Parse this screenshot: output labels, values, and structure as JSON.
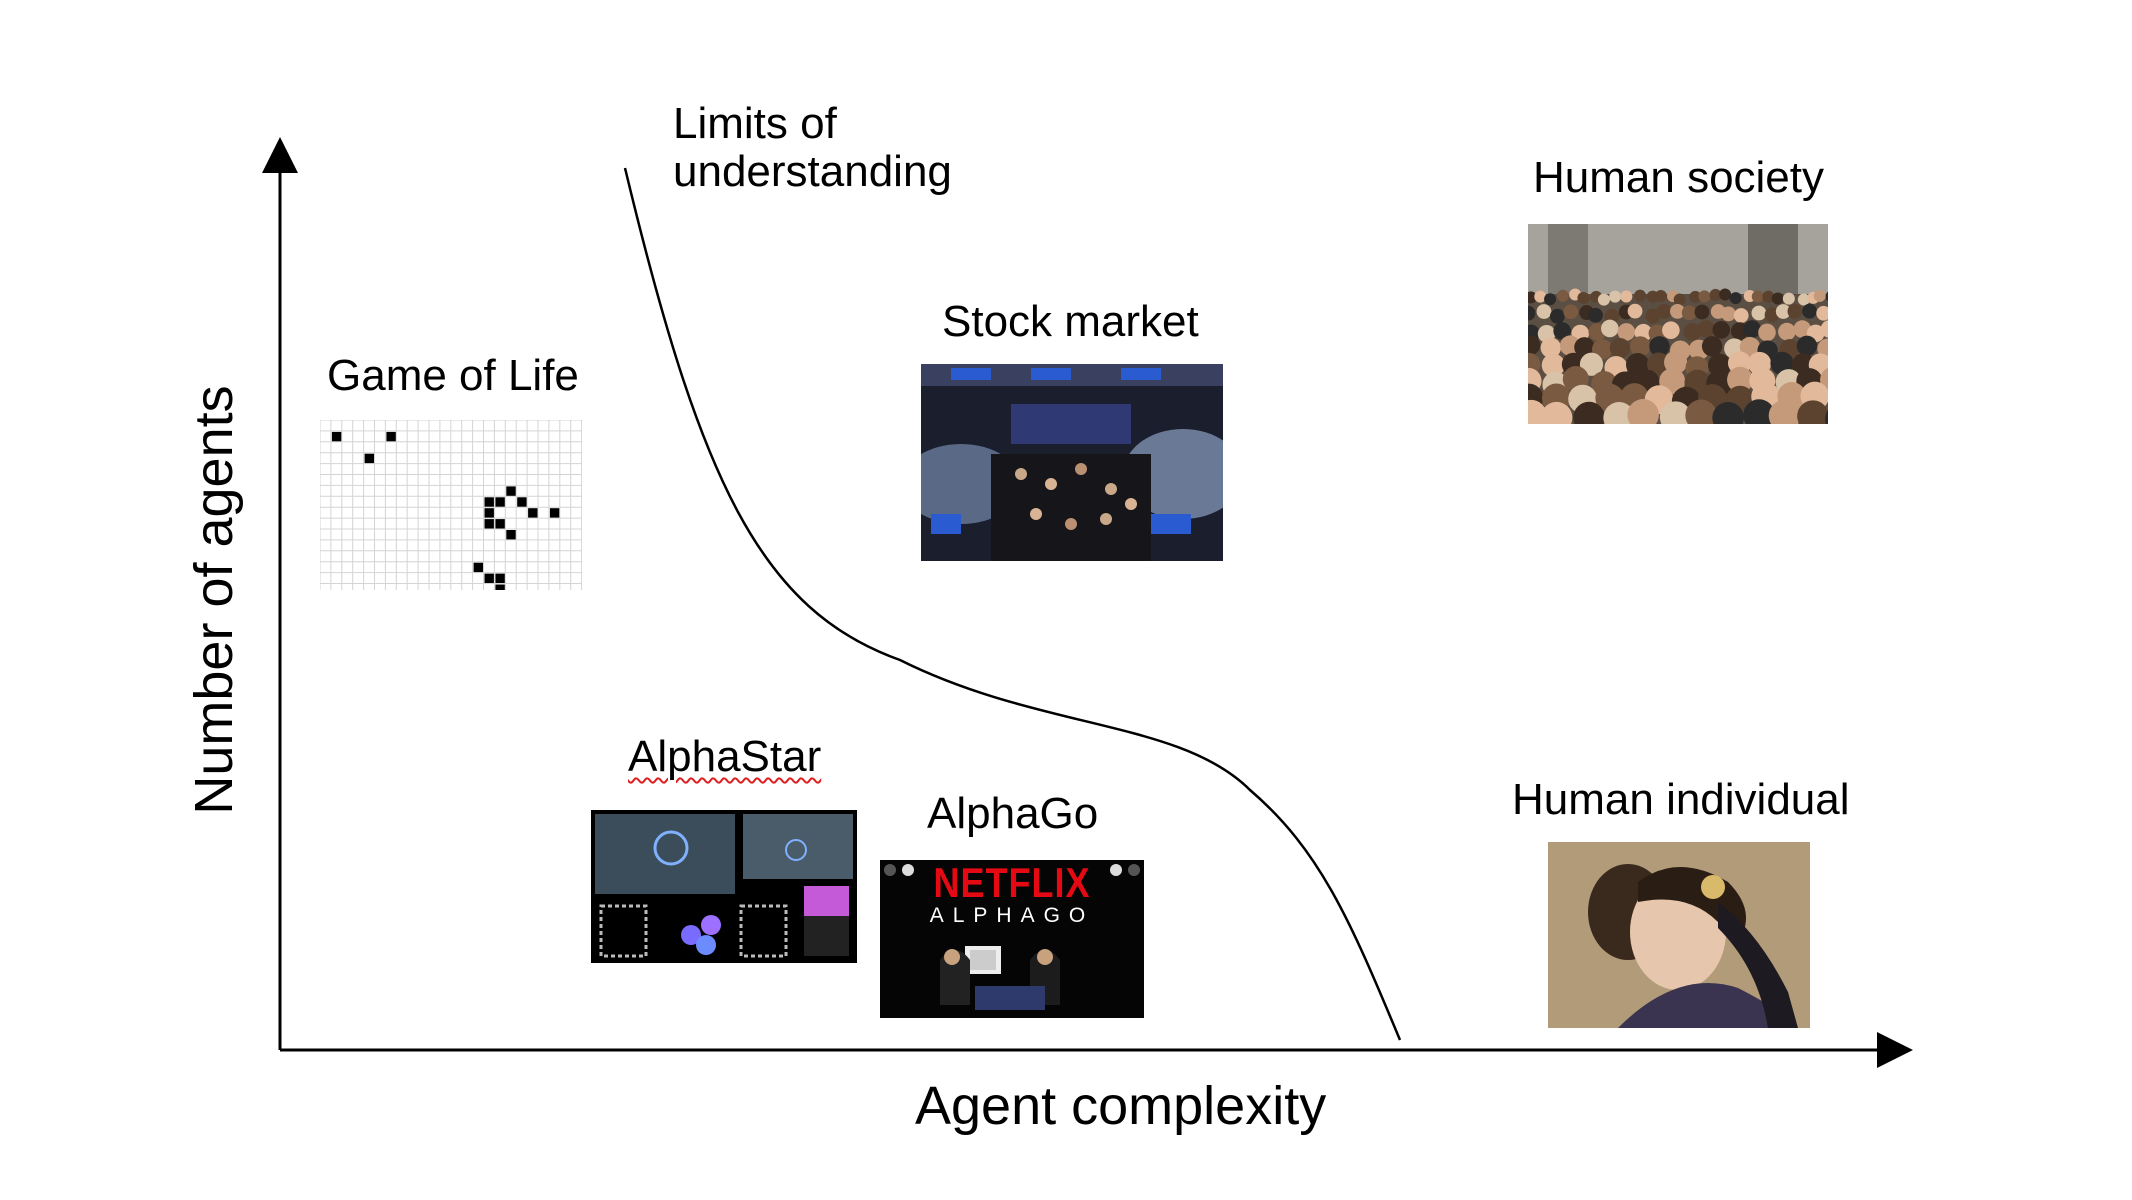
{
  "limits_label_line1": "Limits of",
  "limits_label_line2": "understanding",
  "x_axis_label": "Agent complexity",
  "y_axis_label": "Number of agents",
  "examples": {
    "game_of_life": "Game of Life",
    "stock_market": "Stock market",
    "human_society": "Human society",
    "alphastar": "AlphaStar",
    "alphago": "AlphaGo",
    "human_individual": "Human individual"
  },
  "alphago_image": {
    "brand": "NETFLIX",
    "title": "ALPHAGO"
  },
  "colors": {
    "axis": "#000000",
    "curve": "#000000",
    "netflix_red": "#e50914",
    "spellcheck": "#e02020"
  }
}
